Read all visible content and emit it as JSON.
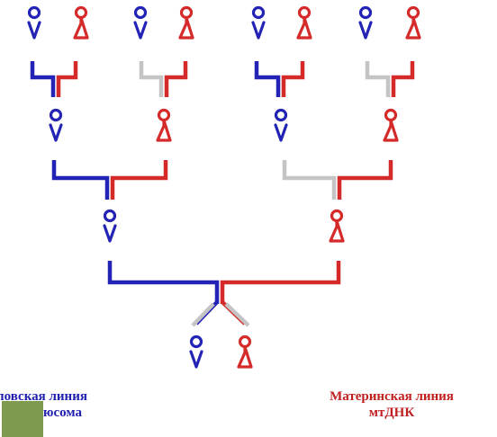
{
  "colors": {
    "paternal": "#2323b5",
    "maternal": "#d42a2a",
    "neutral": "#c4c4c4",
    "swatch": "#7d9a4e"
  },
  "captions": {
    "left_line1": "повская линия",
    "left_line2": "юсома",
    "right_line1": "Материнская линия",
    "right_line2": "мтДНК"
  }
}
